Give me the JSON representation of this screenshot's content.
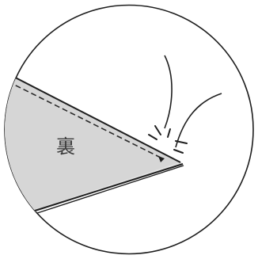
{
  "diagram": {
    "fabric_label": "裏",
    "colors": {
      "background": "#ffffff",
      "outline": "#1e1e1e",
      "fabric_fill": "#d6d6d6",
      "stitch_line": "#2a2a2a"
    },
    "icons": [
      "magnify-circle",
      "fabric-corner",
      "stitch-line",
      "point-burst",
      "motion-curve"
    ]
  }
}
